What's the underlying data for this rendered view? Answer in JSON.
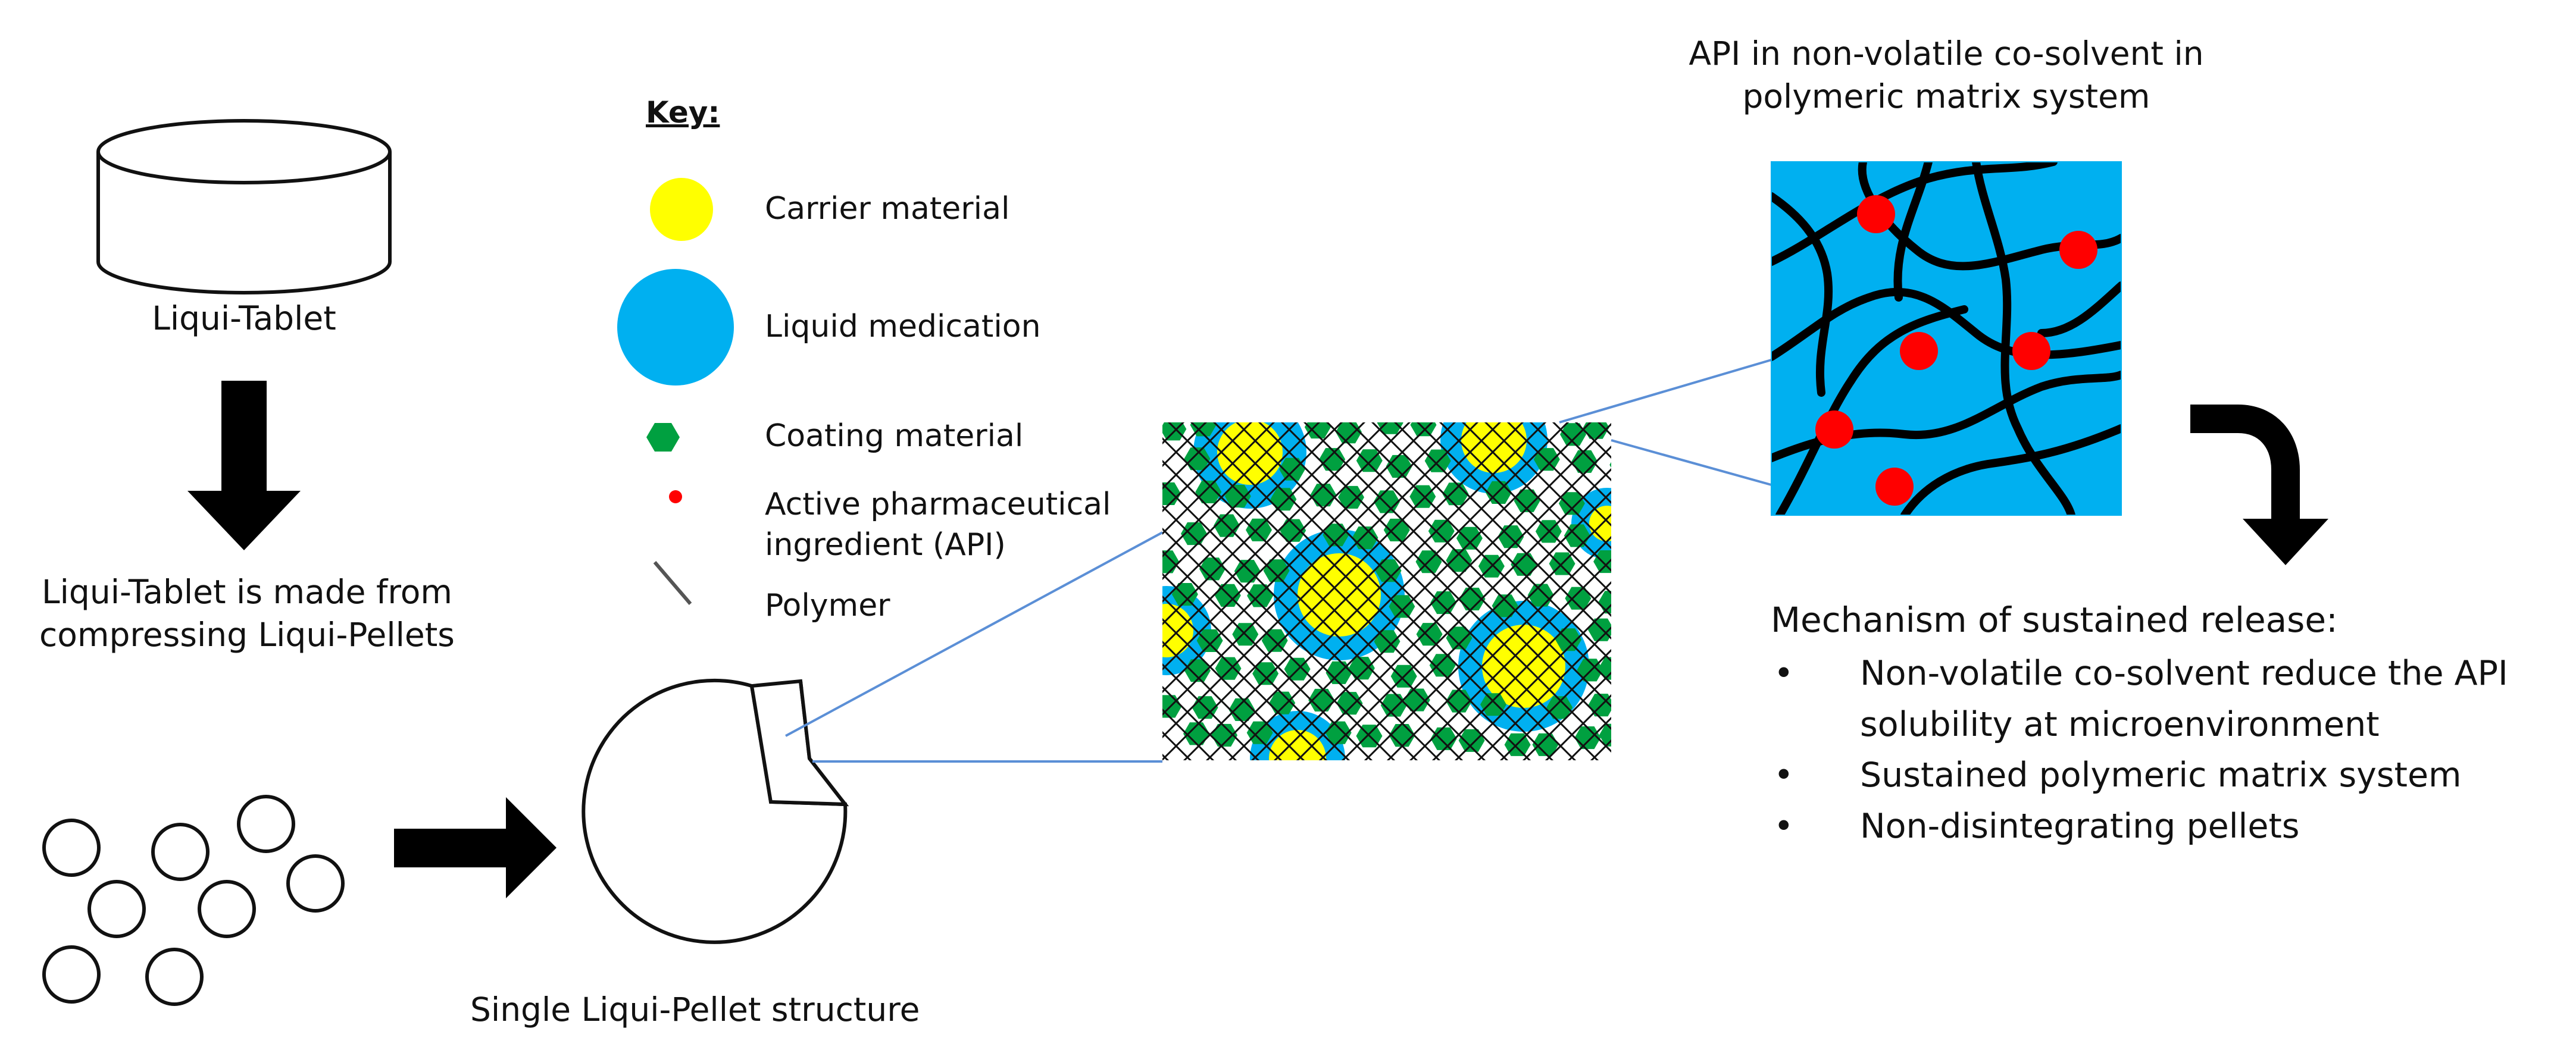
{
  "labels": {
    "liqui_tablet": "Liqui-Tablet",
    "tablet_made_from": [
      "Liqui-Tablet is made from",
      "compressing Liqui-Pellets"
    ],
    "single_pellet": "Single Liqui-Pellet structure",
    "api_title": [
      "API in non-volatile co-solvent in",
      "polymeric matrix system"
    ]
  },
  "key": {
    "title": "Key:",
    "items": [
      {
        "label": "Carrier material",
        "color": "#ffff00",
        "icon": "yellow-circle"
      },
      {
        "label": "Liquid medication",
        "color": "#00b0f0",
        "icon": "blue-circle"
      },
      {
        "label": "Coating material",
        "color": "#00a040",
        "icon": "green-hexagon"
      },
      {
        "label": [
          "Active pharmaceutical",
          "ingredient (API)"
        ],
        "color": "#ff0000",
        "icon": "red-dot"
      },
      {
        "label": "Polymer",
        "color": "#555555",
        "icon": "polymer-line"
      }
    ]
  },
  "mechanism": {
    "title": "Mechanism of sustained release:",
    "items": [
      [
        "Non-volatile co-solvent reduce the API",
        "solubility at microenvironment"
      ],
      [
        "Sustained polymeric matrix system"
      ],
      [
        "Non-disintegrating pellets"
      ]
    ]
  },
  "colors": {
    "carrier": "#ffff00",
    "liquid": "#00b0f0",
    "coating": "#00a040",
    "api": "#ff0000",
    "zoom_line": "#5b8fd6"
  }
}
